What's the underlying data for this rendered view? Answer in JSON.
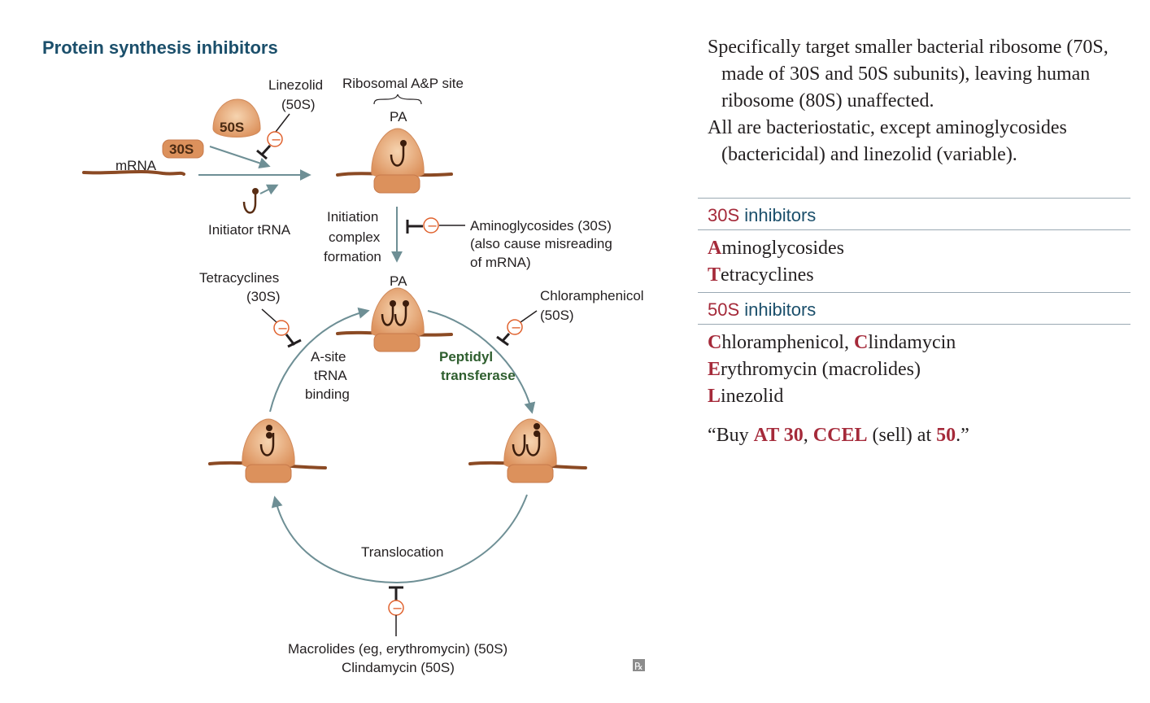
{
  "title": "Protein synthesis inhibitors",
  "diagram": {
    "mrna_label": "mRNA",
    "subunit_30s": "30S",
    "subunit_50s": "50S",
    "linezolid_label_1": "Linezolid",
    "linezolid_label_2": "(50S)",
    "ribosomal_site_label": "Ribosomal A&P site",
    "pa_top": "PA",
    "pa_middle": "PA",
    "initiator_trna": "Initiator tRNA",
    "initiation_1": "Initiation",
    "initiation_2": "complex",
    "initiation_3": "formation",
    "aminoglycosides_1": "Aminoglycosides (30S)",
    "aminoglycosides_2": "(also cause misreading",
    "aminoglycosides_3": "of mRNA)",
    "tetracyclines_1": "Tetracyclines",
    "tetracyclines_2": "(30S)",
    "chloramphenicol_1": "Chloramphenicol",
    "chloramphenicol_2": "(50S)",
    "asite_1": "A-site",
    "asite_2": "tRNA",
    "asite_3": "binding",
    "peptidyl_1": "Peptidyl",
    "peptidyl_2": "transferase",
    "translocation": "Translocation",
    "macrolides_1": "Macrolides  (eg, erythromycin) (50S)",
    "macrolides_2": "Clindamycin (50S)",
    "rx_symbol": "℞",
    "inhibit_symbol": "−"
  },
  "colors": {
    "ribosome": "#e6b286",
    "ribosome_dark": "#d9885a",
    "mrna": "#8b4a24",
    "arrow": "#6e8f95",
    "title": "#1b4f6b",
    "accent_red": "#a52a3a"
  },
  "right": {
    "para1": "Specifically target smaller bacterial ribosome (70S, made of 30S and 50S subunits), leaving human ribosome (80S) unaffected.",
    "para2": "All are bacteriostatic, except aminoglycosides (bactericidal) and linezolid (variable).",
    "head30_num": "30S",
    "head30_rest": " inhibitors",
    "list30": [
      {
        "cap": "A",
        "rest": "minoglycosides"
      },
      {
        "cap": "T",
        "rest": "etracyclines"
      }
    ],
    "head50_num": "50S",
    "head50_rest": " inhibitors",
    "list50_line1": {
      "cap1": "C",
      "rest1": "hloramphenicol, ",
      "cap2": "C",
      "rest2": "lindamycin"
    },
    "list50_line2": {
      "cap": "E",
      "rest": "rythromycin (macrolides)"
    },
    "list50_line3": {
      "cap": "L",
      "rest": "inezolid"
    },
    "mnemonic": {
      "p1": "“Buy ",
      "h1": "AT 30",
      "p2": ", ",
      "h2": "CCEL",
      "p3": " (sell) at ",
      "h3": "50",
      "p4": ".”"
    }
  }
}
